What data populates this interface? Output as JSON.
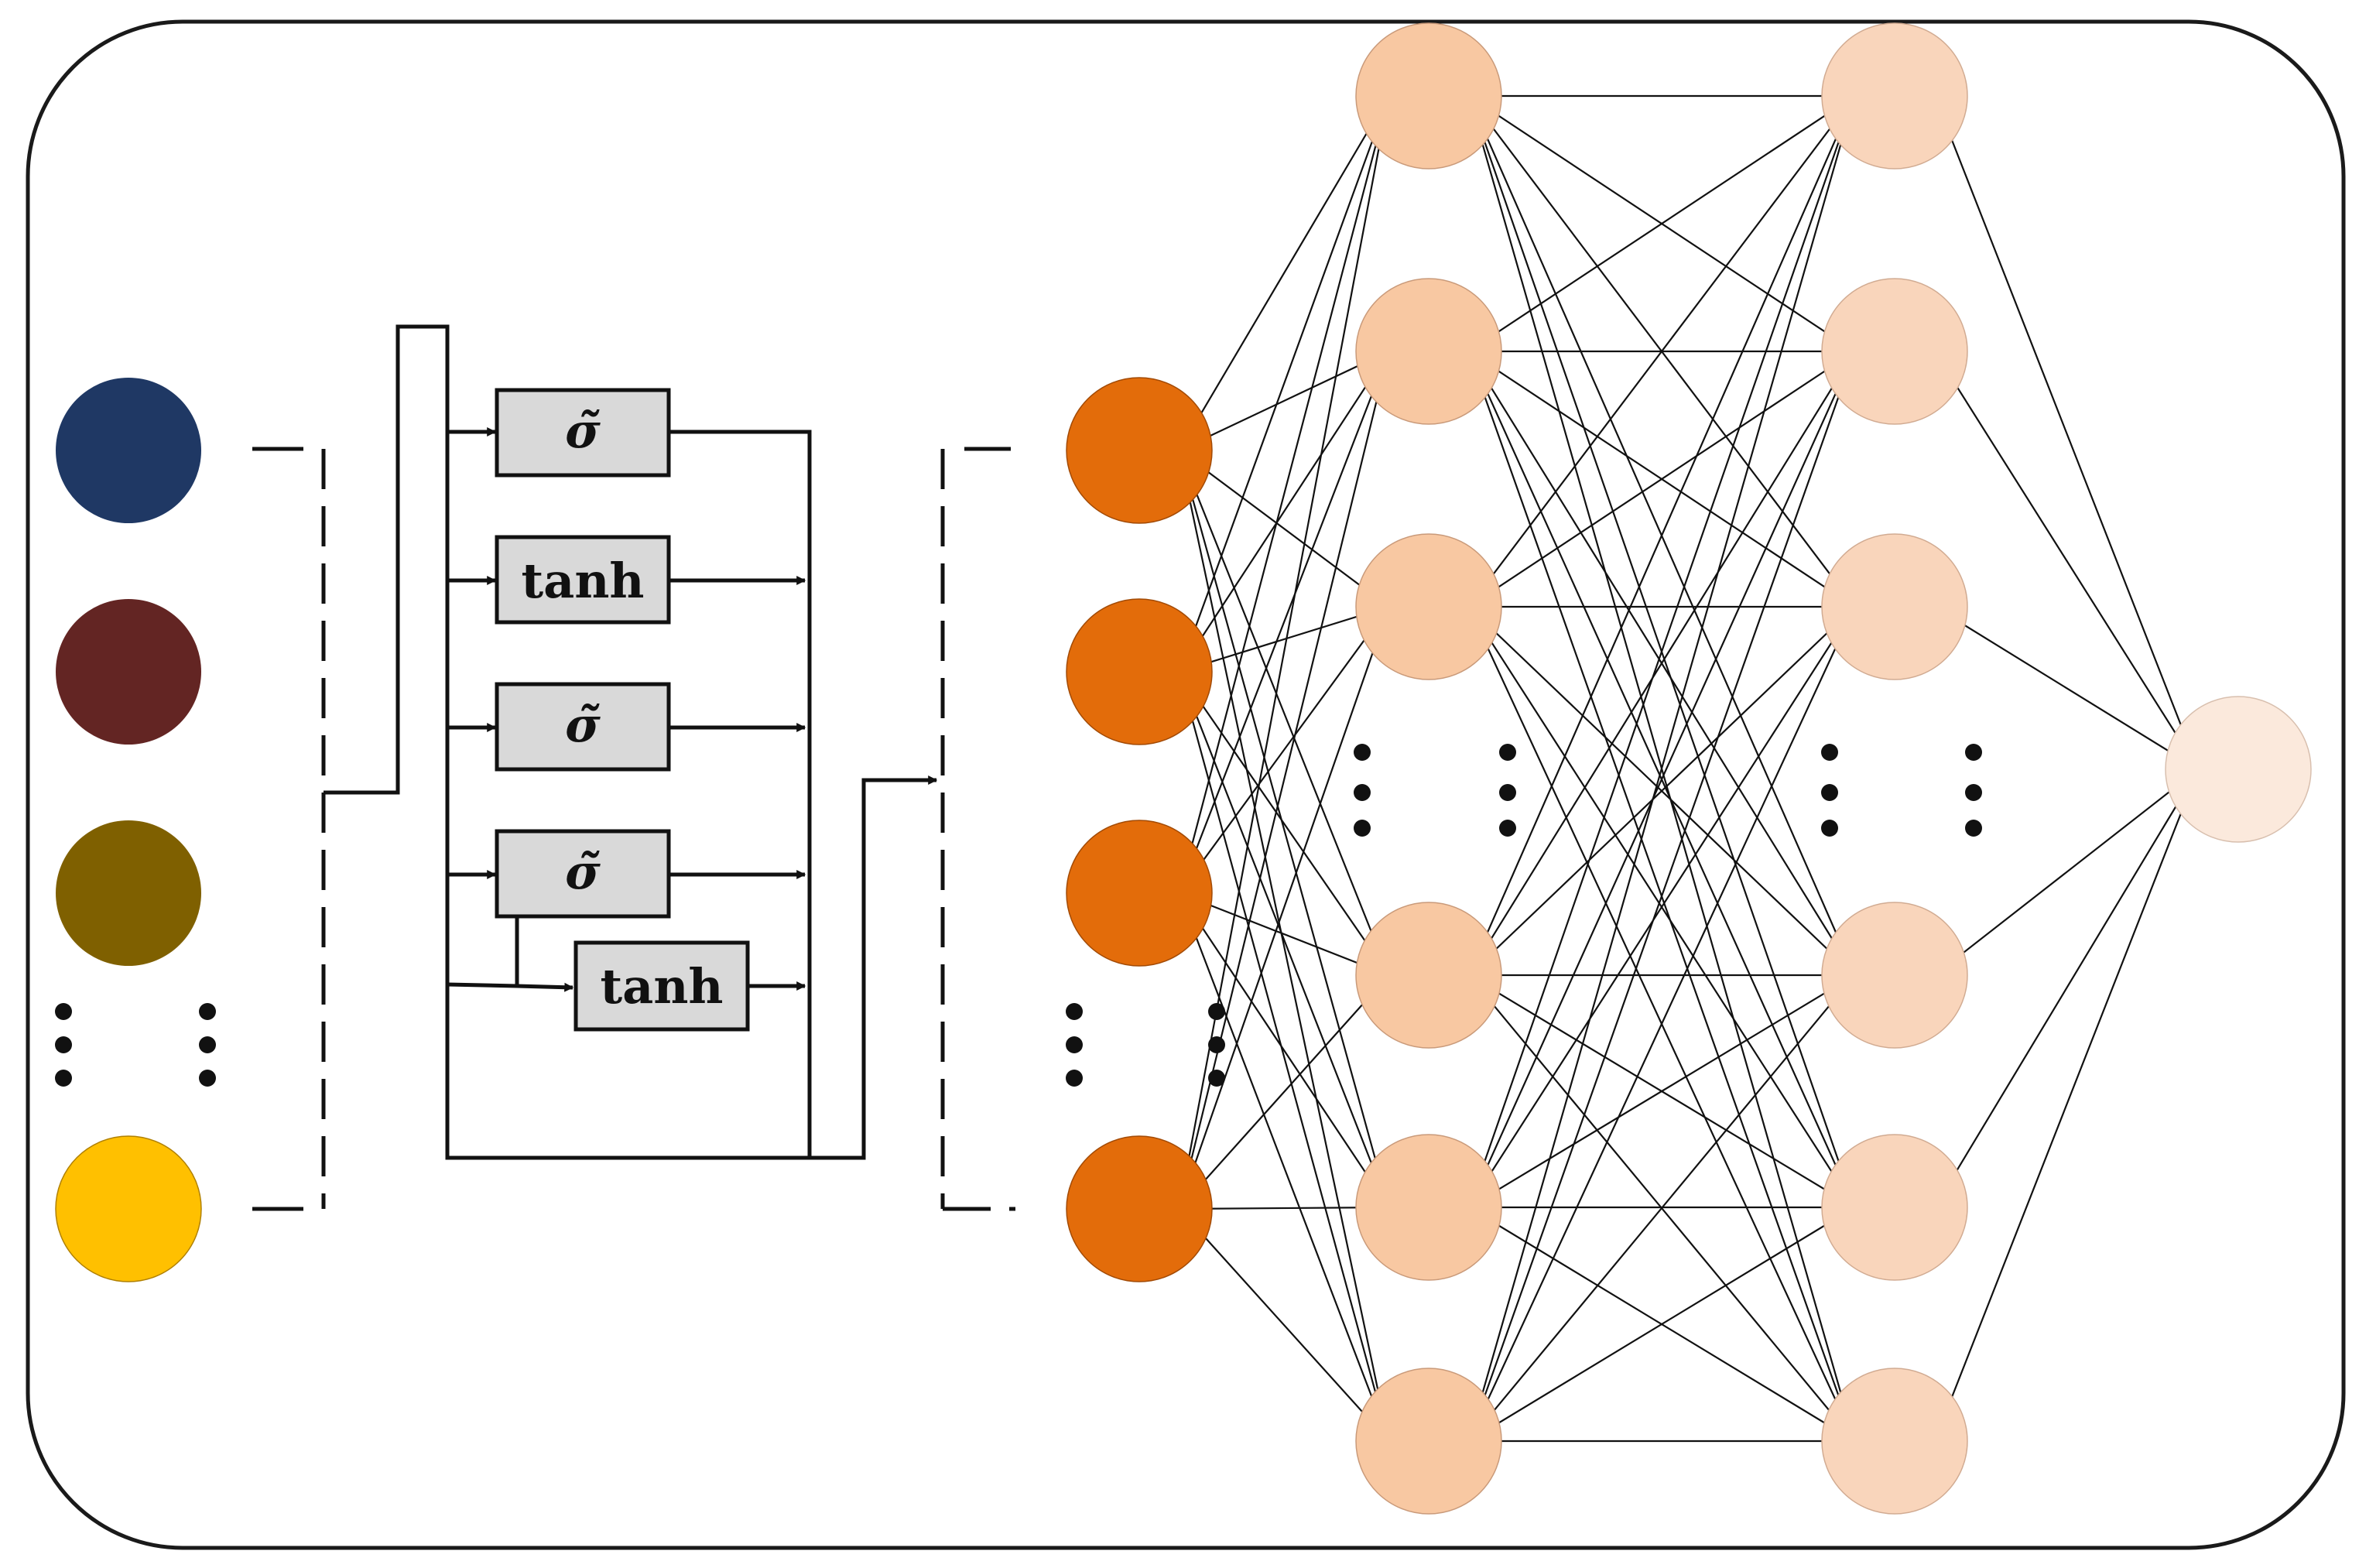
{
  "colors": {
    "frame": "#1a1a1a",
    "line": "#111111",
    "gate_fill": "#d9d9d9",
    "input_nodes": [
      "#1f3864",
      "#632523",
      "#7f6000",
      "#ffc000"
    ],
    "lstm_output_node": "#e36c0a",
    "hidden_layer_1": "#f8c8a2",
    "hidden_layer_2": "#f9d5bb",
    "output_node": "#fbe9dc"
  },
  "lstm_cell": {
    "gates": [
      {
        "label": "σ̃"
      },
      {
        "label": "tanh"
      },
      {
        "label": "σ̃"
      },
      {
        "label": "σ̃"
      },
      {
        "label": "tanh"
      }
    ]
  },
  "network": {
    "input_node_count": 4,
    "lstm_output_node_count": 4,
    "hidden_layer_1_node_count": 6,
    "hidden_layer_2_node_count": 6,
    "output_node_count": 1
  },
  "icons": {
    "ellipsis": "vertical-ellipsis-icon",
    "arrow": "arrowhead-icon"
  }
}
